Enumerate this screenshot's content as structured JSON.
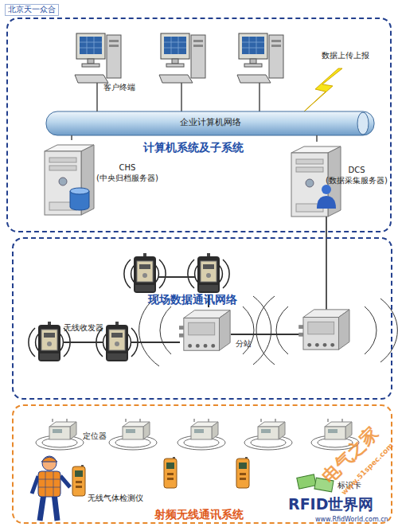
{
  "diagram": {
    "nodes": [
      {
        "text": [
          "计算机系统及子系统"
        ]
      },
      {
        "text": [
          "客户终端"
        ],
        "in": 0
      },
      {
        "text": [
          "企业计算机网络"
        ],
        "in": 0
      },
      {
        "text": [
          "CHS (中央归档服务器)"
        ],
        "in": 0
      },
      {
        "text": [
          "DCS (数据采集服务器)"
        ],
        "in": 0
      },
      {
        "text": [
          "现场数据通讯网络"
        ]
      },
      {
        "text": [
          "分站"
        ],
        "in": 5
      },
      {
        "text": [
          "无线收发器"
        ],
        "in": 5
      },
      {
        "text": [
          "射频无线通讯系统"
        ]
      },
      {
        "text": [
          "定位器"
        ],
        "in": 8
      },
      {
        "text": [
          "无线气体检测仪"
        ],
        "in": 8
      },
      {
        "text": [
          "标识卡"
        ],
        "in": 8
      }
    ],
    "edges": [
      {
        "from": 1,
        "to": 2,
        "arrow": "none"
      },
      {
        "from": 3,
        "to": 2,
        "arrow": "none"
      },
      {
        "from": 4,
        "to": 2,
        "arrow": "none"
      }
    ],
    "labels": [
      "北京天一众合",
      "数据上传上报",
      "电气之家",
      "www.51spec.com",
      "RFID世界网",
      "www.RfidWorld.com.cn"
    ]
  }
}
